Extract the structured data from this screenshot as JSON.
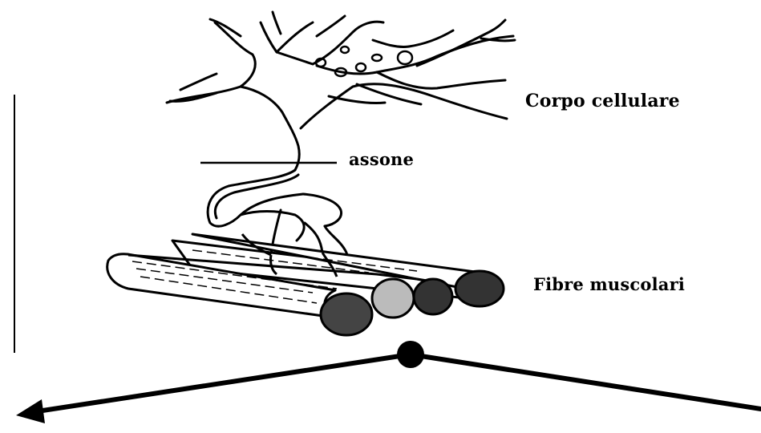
{
  "labels": {
    "cell_body": "Corpo cellulare",
    "axon": "assone",
    "muscle_fibers": "Fibre muscolari"
  },
  "colors": {
    "ink": "#000000",
    "background": "#ffffff"
  }
}
